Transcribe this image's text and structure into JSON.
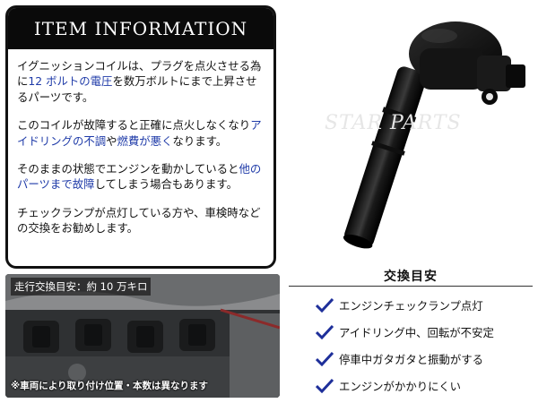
{
  "info": {
    "title": "ITEM INFORMATION",
    "p1": [
      "イグニッションコイルは、プラグを点火させる為に",
      "12 ボルトの電圧",
      "を数万ボルトにまで上昇させるパーツです。"
    ],
    "p2": [
      "このコイルが故障すると正確に点火しなくなり",
      "アイドリングの不調",
      "や",
      "燃費が悪く",
      "なります。"
    ],
    "p3": [
      "そのままの状態でエンジンを動かしていると",
      "他のパーツまで故障",
      "してしまう場合もあります。"
    ],
    "p4": "チェックランプが点灯している方や、車検時などの交換をお勧めします。"
  },
  "watermark": "STAR PARTS",
  "engine": {
    "label": "走行交換目安：約 10 万キロ",
    "note": "※車両により取り付け位置・本数は異なります"
  },
  "guide": {
    "title": "交換目安",
    "items": [
      "エンジンチェックランプ点灯",
      "アイドリング中、回転が不安定",
      "停車中ガタガタと振動がする",
      "エンジンがかかりにくい"
    ]
  },
  "colors": {
    "highlight": "#1e3aa8",
    "check": "#1e2f9a"
  }
}
